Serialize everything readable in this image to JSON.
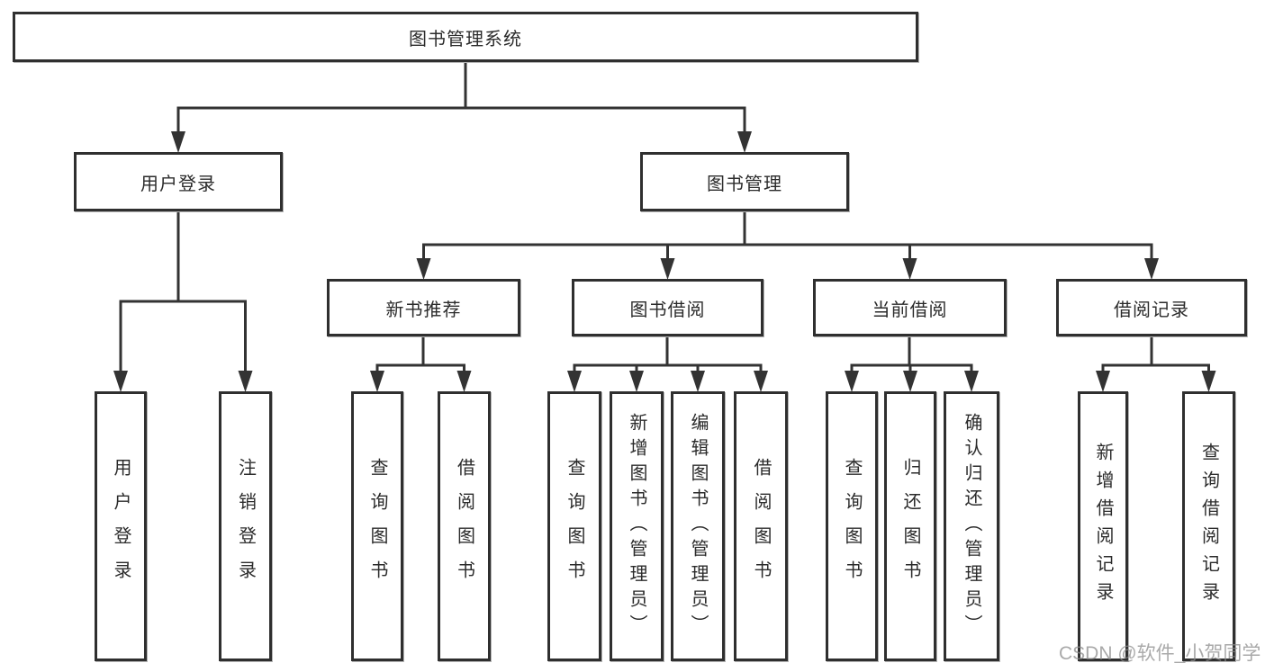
{
  "diagram": {
    "root": {
      "label": "图书管理系统"
    },
    "level2": [
      {
        "label": "用户登录"
      },
      {
        "label": "图书管理"
      }
    ],
    "level3": [
      {
        "label": "新书推荐"
      },
      {
        "label": "图书借阅"
      },
      {
        "label": "当前借阅"
      },
      {
        "label": "借阅记录"
      }
    ],
    "leaves": {
      "user_login": [
        {
          "label": "用户登录"
        },
        {
          "label": "注销登录"
        }
      ],
      "new_books": [
        {
          "label": "查询图书"
        },
        {
          "label": "借阅图书"
        }
      ],
      "book_borrow": [
        {
          "label": "查询图书"
        },
        {
          "label": "新增图书（管理员）"
        },
        {
          "label": "编辑图书（管理员）"
        },
        {
          "label": "借阅图书"
        }
      ],
      "current_borrow": [
        {
          "label": "查询图书"
        },
        {
          "label": "归还图书"
        },
        {
          "label": "确认归还（管理员）"
        }
      ],
      "borrow_records": [
        {
          "label": "新增借阅记录"
        },
        {
          "label": "查询借阅记录"
        }
      ]
    }
  },
  "watermark": {
    "text": "CSDN @软件_小贺同学"
  },
  "colors": {
    "line": "#333333",
    "box_border": "#2f2f2f",
    "text": "#2b2b2b",
    "watermark": "#8c8c8c",
    "background": "#ffffff"
  }
}
